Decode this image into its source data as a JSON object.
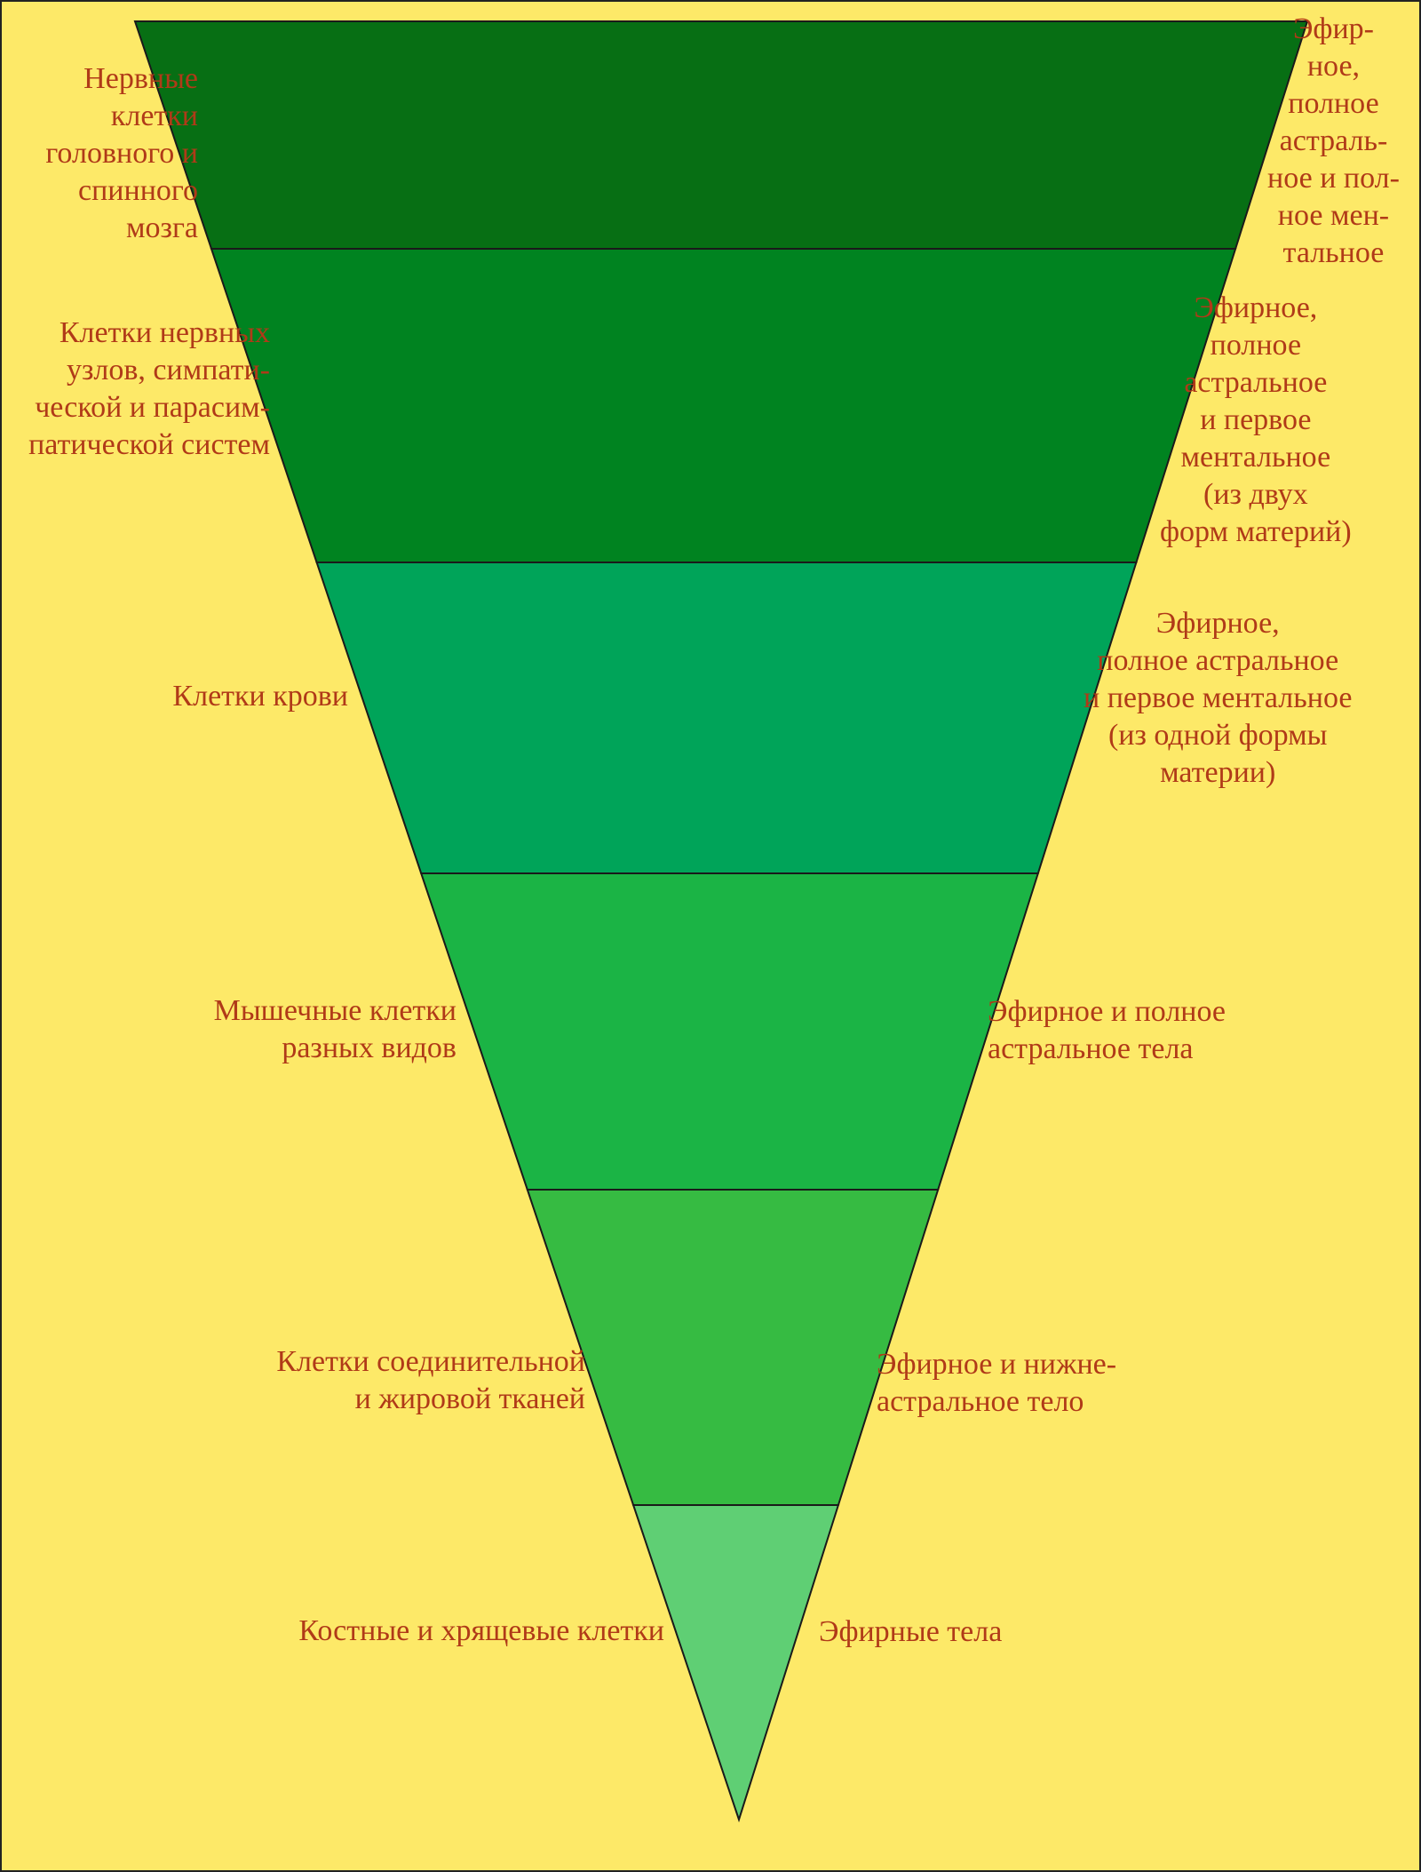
{
  "diagram": {
    "colors": {
      "background": "#fde968",
      "text": "#b03a18",
      "outline": "#1a1a1a"
    },
    "levels": [
      {
        "left": "Нервные\nклетки\nголовного и\nспинного\nмозга",
        "right": "Эфир-\nное,\nполное\nастраль-\nное и пол-\nное мен-\nтальное",
        "color": "#076f14"
      },
      {
        "left": "Клетки нервных\nузлов, симпати-\nческой и парасим-\nпатической систем",
        "right": "Эфирное,\nполное\nастральное\nи первое\nментальное\n(из двух\nформ материй)",
        "color": "#008320"
      },
      {
        "left": "Клетки крови",
        "right": "Эфирное,\nполное астральное\nи первое ментальное\n(из одной формы\nматерии)",
        "color": "#00a459"
      },
      {
        "left": "Мышечные клетки\nразных видов",
        "right": "Эфирное и полное\nастральное тела",
        "color": "#1bb445"
      },
      {
        "left": "Клетки соединительной\nи жировой тканей",
        "right": "Эфирное и нижне-\nастральное тело",
        "color": "#36bb42"
      },
      {
        "left": "Костные и хрящевые клетки",
        "right": "Эфирные тела",
        "color": "#5fcf74"
      }
    ]
  }
}
